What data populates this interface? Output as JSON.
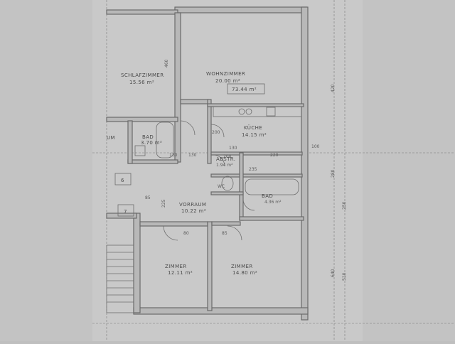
{
  "rooms": {
    "schlafzimmer": {
      "name": "SCHLAFZIMMER",
      "area": "15.56 m²"
    },
    "wohnzimmer": {
      "name": "WOHNZIMMER",
      "area": "20.00 m²"
    },
    "total": "73.44 m²",
    "kueche": {
      "name": "KÜCHE",
      "area": "14.15 m²"
    },
    "bad1": {
      "name": "BAD",
      "area": "3.70 m²"
    },
    "abstr": {
      "name": "ABSTR.",
      "area": "1.94 m²"
    },
    "bad2": {
      "name": "BAD",
      "area": "4.36 m²"
    },
    "vorraum": {
      "name": "VORRAUM",
      "area": "10.22 m²"
    },
    "zimmer1": {
      "name": "ZIMMER",
      "area": "12.11 m²"
    },
    "zimmer2": {
      "name": "ZIMMER",
      "area": "14.80 m²"
    },
    "wc": "WC",
    "um": "UM"
  },
  "markers": {
    "six": "6",
    "seven": "7"
  },
  "dims": {
    "d460": "460",
    "d420": "420",
    "d280": "280",
    "d250": "250",
    "d640": "640",
    "d130a": "130",
    "d130b": "130",
    "d130c": "130",
    "d220": "220",
    "d200a": "200",
    "d200b": "200",
    "d80": "80",
    "d85a": "85",
    "d85b": "85",
    "d100": "100",
    "d235": "235",
    "d510": "510",
    "d225": "225"
  }
}
